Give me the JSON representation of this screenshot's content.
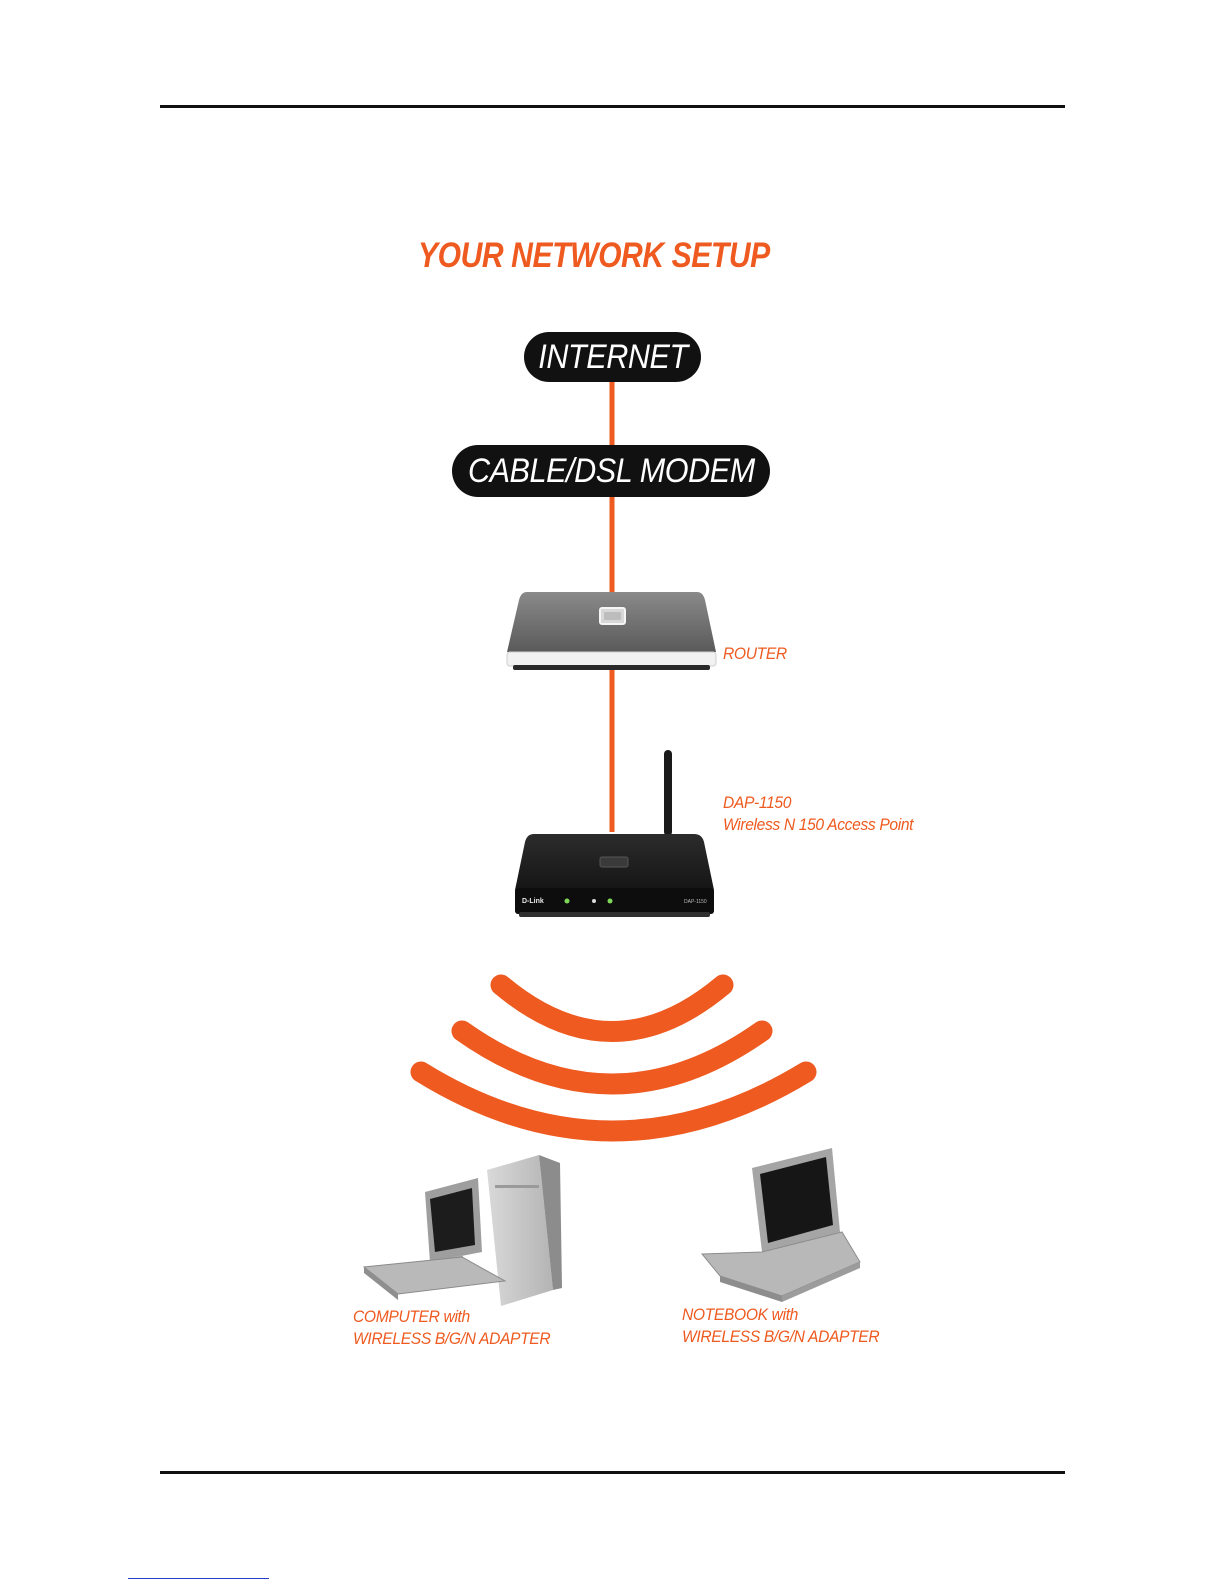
{
  "title": "YOUR NETWORK SETUP",
  "nodes": {
    "internet": "INTERNET",
    "modem": "CABLE/DSL MODEM",
    "router": "ROUTER",
    "access_point": {
      "model": "DAP-1150",
      "description": "Wireless N 150 Access Point",
      "brand": "D-Link"
    },
    "computer": {
      "line1": "COMPUTER with",
      "line2": "WIRELESS B/G/N ADAPTER"
    },
    "notebook": {
      "line1": "NOTEBOOK with",
      "line2": "WIRELESS B/G/N ADAPTER"
    }
  },
  "colors": {
    "accent": "#ee5a1f",
    "pill": "#111111"
  }
}
